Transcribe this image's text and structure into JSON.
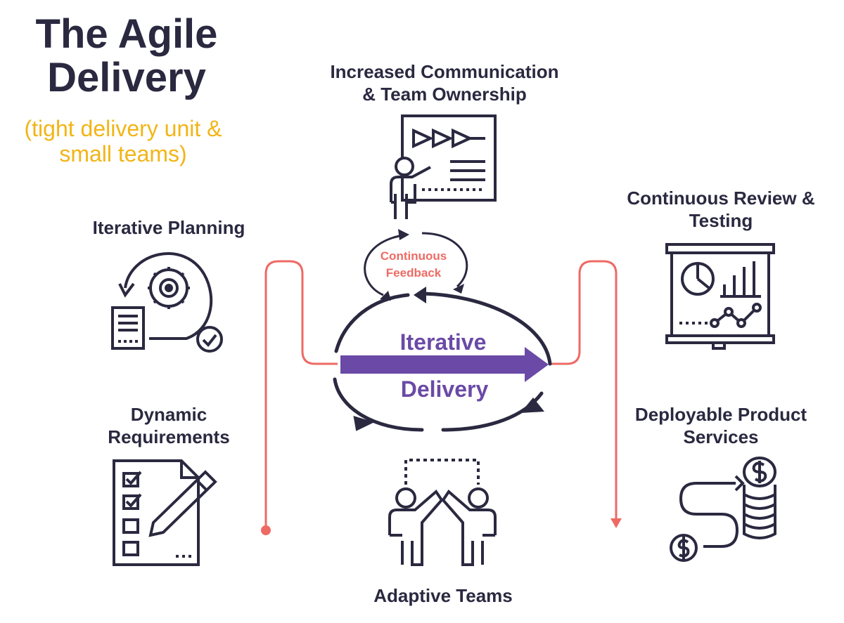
{
  "title": "The Agile Delivery",
  "subtitle": "(tight delivery unit & small teams)",
  "labels": {
    "communication_line1": "Increased Communication",
    "communication_line2": "& Team Ownership",
    "planning": "Iterative Planning",
    "review_line1": "Continuous Review &",
    "review_line2": "Testing",
    "requirements_line1": "Dynamic",
    "requirements_line2": "Requirements",
    "deployable_line1": "Deployable Product",
    "deployable_line2": "Services",
    "adaptive": "Adaptive Teams"
  },
  "center": {
    "feedback_line1": "Continuous",
    "feedback_line2": "Feedback",
    "iterative": "Iterative",
    "delivery": "Delivery"
  },
  "icons": {
    "presentation": "presentation-icon",
    "planning": "planning-cycle-icon",
    "review": "analytics-board-icon",
    "requirements": "checklist-icon",
    "deployable": "money-path-icon",
    "adaptive": "high-five-icon"
  },
  "colors": {
    "dark": "#2a2940",
    "accent_yellow": "#f2b517",
    "accent_red": "#ee6a64",
    "accent_purple": "#6a4aa6"
  }
}
